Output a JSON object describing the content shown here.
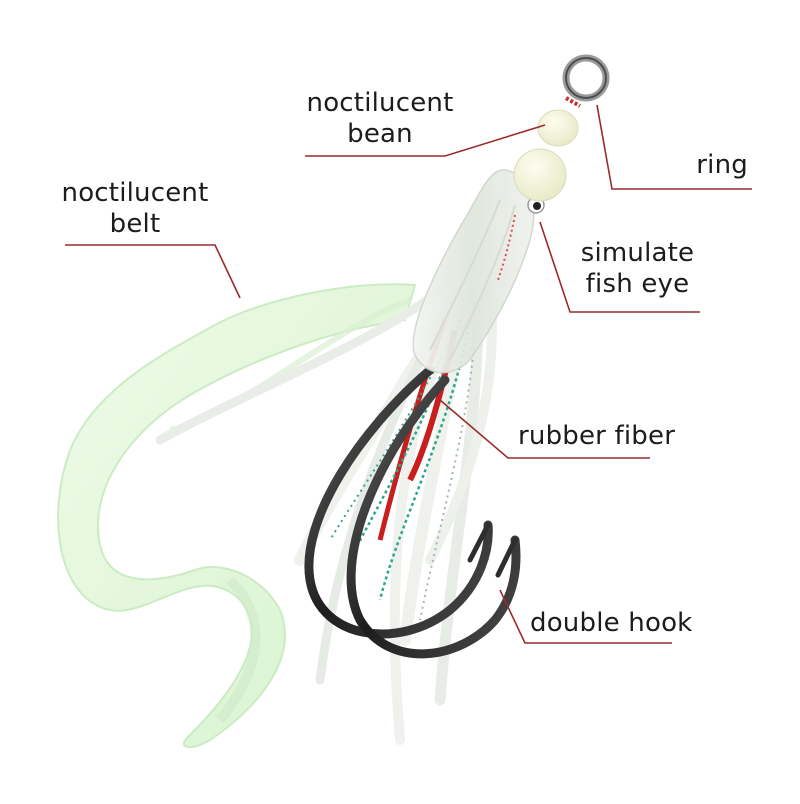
{
  "labels": {
    "bean": [
      "noctilucent",
      "bean"
    ],
    "ring": [
      "ring"
    ],
    "belt": [
      "noctilucent",
      "belt"
    ],
    "eye": [
      "simulate",
      "fish eye"
    ],
    "fiber": [
      "rubber fiber"
    ],
    "hook": [
      "double hook"
    ]
  },
  "colors": {
    "leader_line": "#9b2b2b",
    "glow_skirt": "#e4f7dc",
    "glow_skirt_edge": "#c9ecc0",
    "tentacle": "#eef1ec",
    "hook_metal": "#2e2e2e",
    "red_fiber": "#c81e1e",
    "green_flash": "#2aa88a"
  }
}
